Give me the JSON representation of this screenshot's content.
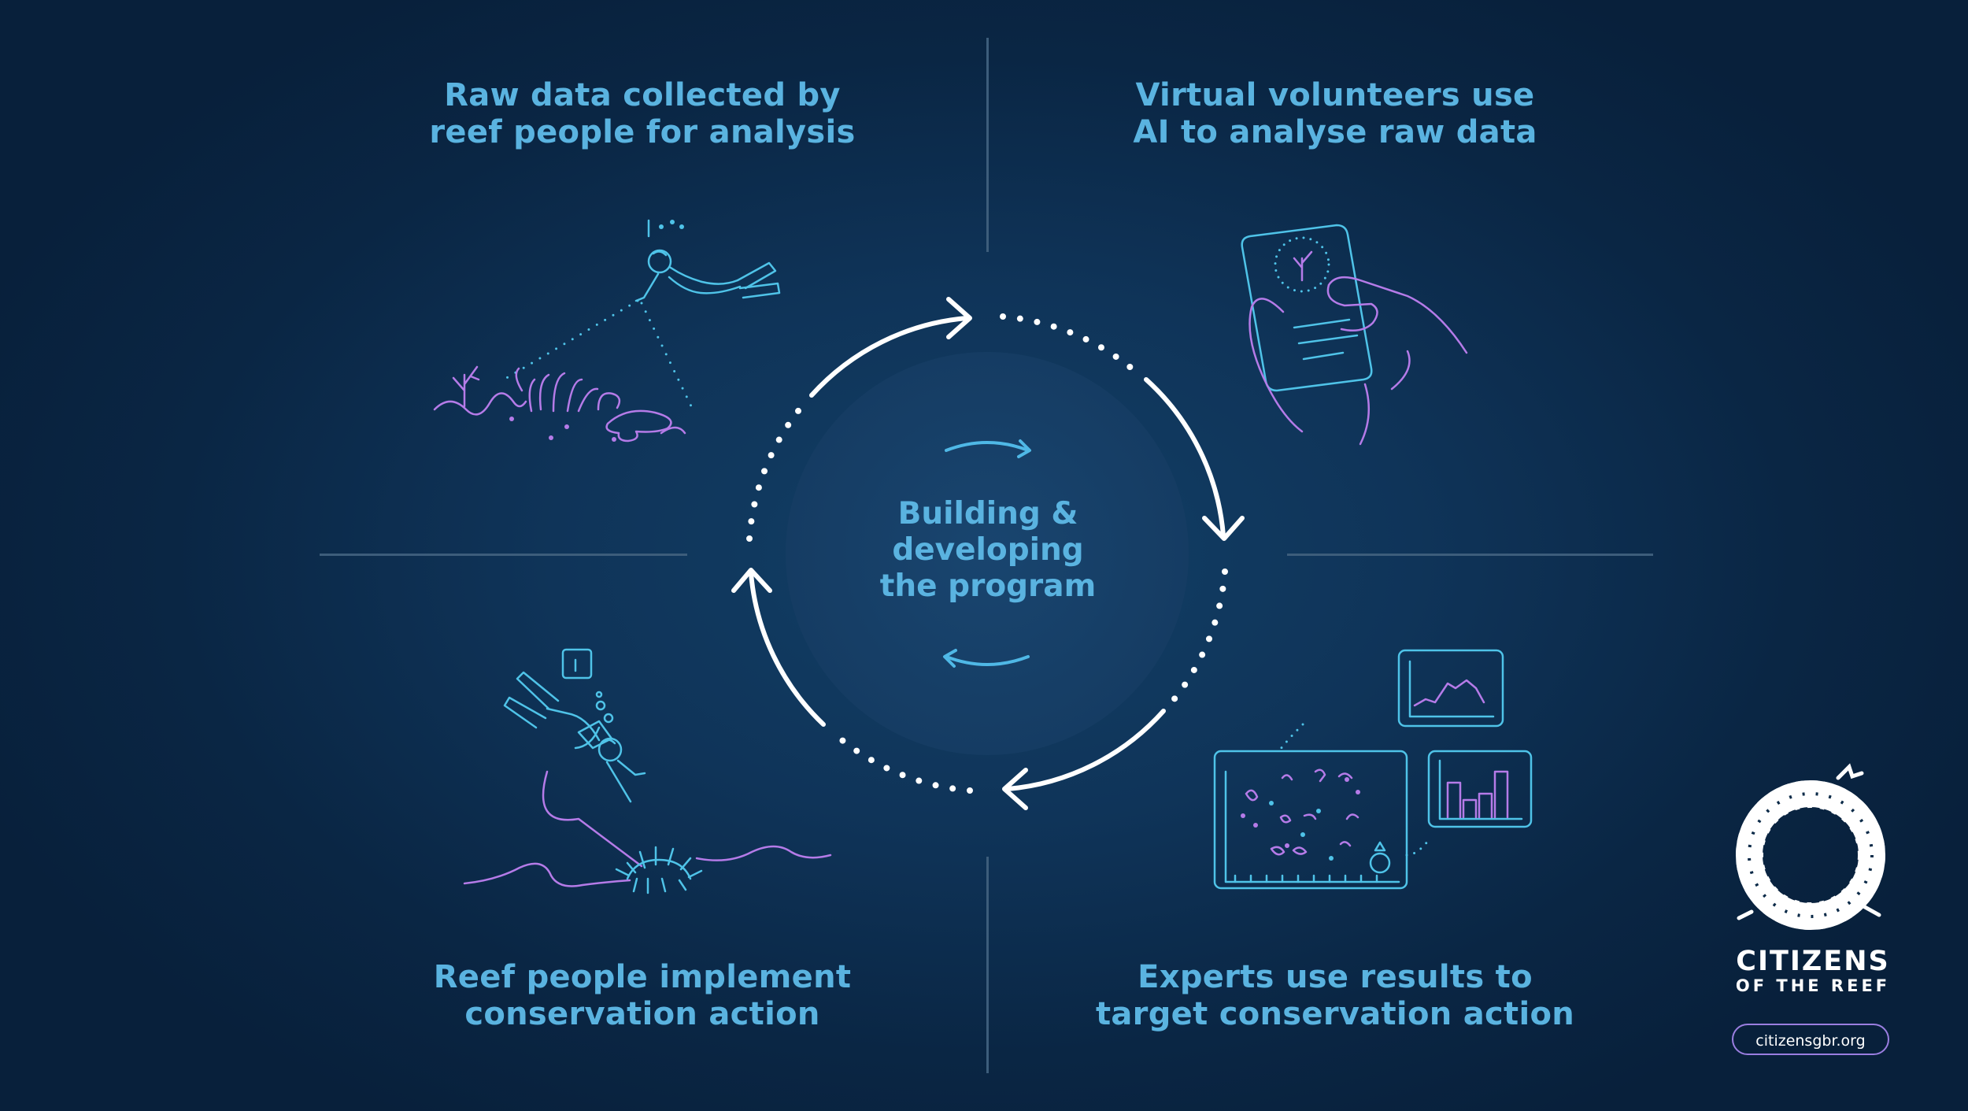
{
  "quadrants": {
    "top_left": [
      "Raw data collected by",
      "reef people for analysis"
    ],
    "top_right": [
      "Virtual volunteers use",
      "AI to analyse raw data"
    ],
    "bottom_left": [
      "Reef people implement",
      "conservation action"
    ],
    "bottom_right": [
      "Experts use results to",
      "target conservation action"
    ]
  },
  "center": [
    "Building &",
    "developing",
    "the program"
  ],
  "brand": {
    "name_line1": "CITIZENS",
    "name_line2": "OF THE REEF",
    "url": "citizensgbr.org"
  },
  "colors": {
    "title_blue": "#5ab3e0",
    "illustration_cyan": "#4fc3e8",
    "illustration_purple": "#b57be8",
    "cycle_white": "#ffffff",
    "pill_border": "#9a7ee0"
  },
  "icons": [
    "diver-icon",
    "coral-icon",
    "phone-hand-icon",
    "chart-map-icon",
    "reef-logo-icon"
  ]
}
